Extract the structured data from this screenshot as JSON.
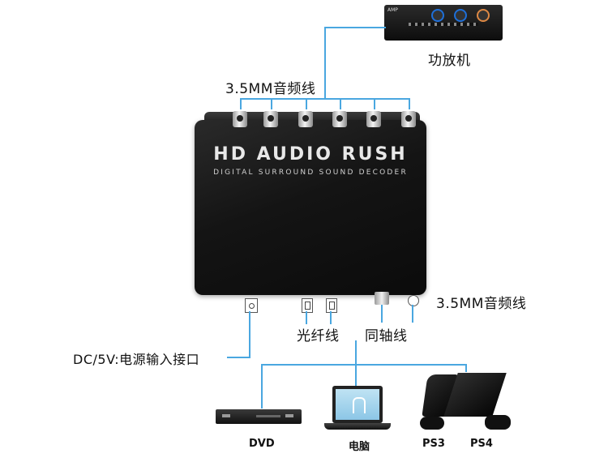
{
  "labels": {
    "amplifier": "功放机",
    "audio_cable_top": "3.5MM音频线",
    "audio_cable_right": "3.5MM音频线",
    "optical": "光纤线",
    "coaxial": "同轴线",
    "power": "DC/5V:电源输入接口"
  },
  "device": {
    "title": "HD AUDIO RUSH",
    "subtitle": "DIGITAL SURROUND SOUND DECODER"
  },
  "sources": {
    "dvd": "DVD",
    "pc": "电脑",
    "ps3": "PS3",
    "ps4": "PS4"
  },
  "colors": {
    "line": "#4aa7e0",
    "device_body": "#141414"
  }
}
